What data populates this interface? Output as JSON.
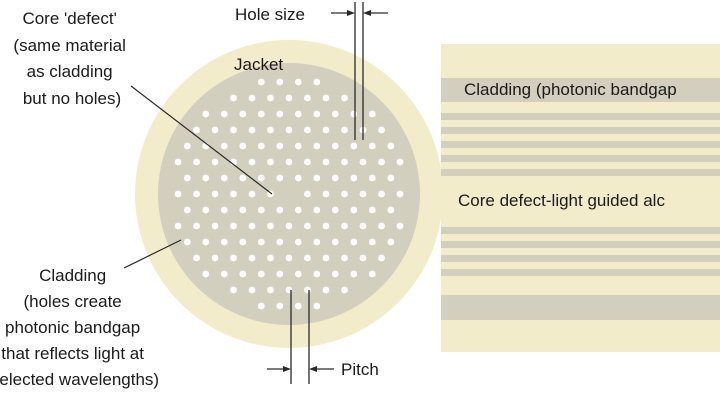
{
  "labels": {
    "hole_size": "Hole size",
    "pitch": "Pitch",
    "jacket": "Jacket",
    "core": [
      "Core 'defect'",
      "(same material",
      "as cladding",
      "but no holes)"
    ],
    "cladding": [
      "Cladding",
      "(holes create",
      "photonic bandgap",
      "that reflects light at",
      "selected wavelengths)"
    ],
    "side_cladding": "Cladding (photonic bandgap",
    "side_core": "Core defect-light guided alc"
  },
  "colors": {
    "jacket": "#f2ecca",
    "cladding": "#d3cfbe",
    "holes": "#ffffff",
    "band": "#d3cfbe",
    "line": "#2a2a2a"
  }
}
